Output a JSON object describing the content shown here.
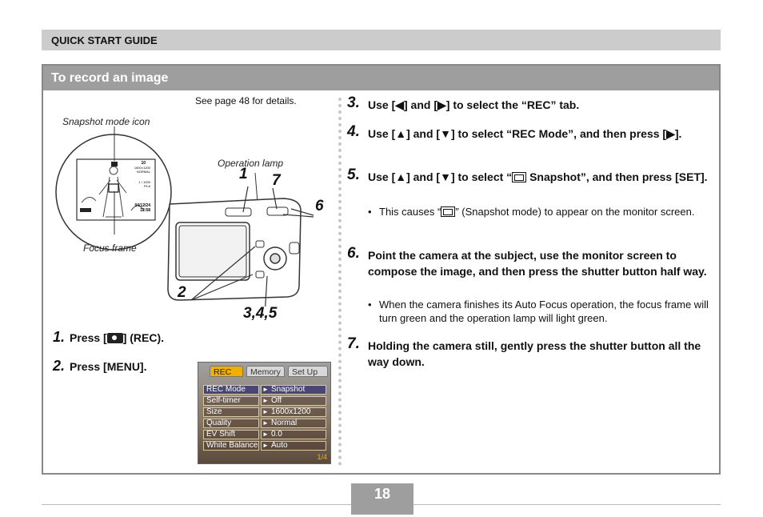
{
  "header": {
    "title": "QUICK START GUIDE"
  },
  "section": {
    "title": "To record an image"
  },
  "left": {
    "see_page": "See page 48 for details.",
    "captions": {
      "snapshot_icon": "Snapshot mode icon",
      "operation_lamp": "Operation lamp",
      "focus_frame": "Focus frame"
    },
    "callouts": {
      "n1": "1",
      "n7": "7",
      "n6": "6",
      "n2": "2",
      "n345": "3,4,5"
    },
    "screen_info": {
      "shots": "10",
      "size": "1600×1200",
      "quality": "NORMAL",
      "res": "1 / 1000",
      "fnum": "F5.6",
      "date": "04/12/24",
      "time": "12:58"
    },
    "steps": [
      {
        "num": "1.",
        "pre": "Press [",
        "post": "] (REC)."
      },
      {
        "num": "2.",
        "text": "Press [MENU]."
      }
    ],
    "menu": {
      "tabs": [
        "REC",
        "Memory",
        "Set Up"
      ],
      "rows": [
        {
          "label": "REC Mode",
          "value": "Snapshot"
        },
        {
          "label": "Self-timer",
          "value": "Off"
        },
        {
          "label": "Size",
          "value": "1600x1200"
        },
        {
          "label": "Quality",
          "value": "Normal"
        },
        {
          "label": "EV Shift",
          "value": "0.0"
        },
        {
          "label": "White Balance",
          "value": "Auto"
        }
      ],
      "pager": "1/4"
    }
  },
  "right": {
    "steps": [
      {
        "num": "3.",
        "text": "Use [◀] and [▶] to select the “REC” tab."
      },
      {
        "num": "4.",
        "text": "Use [▲] and [▼] to select “REC Mode”, and then press [▶]."
      },
      {
        "num": "5.",
        "pre": "Use [▲] and [▼] to select “",
        "post": " Snapshot”, and then press [SET].",
        "bullet_pre": "This causes “",
        "bullet_post": "” (Snapshot mode) to appear on the monitor screen."
      },
      {
        "num": "6.",
        "text": "Point the camera at the subject, use the monitor screen to compose the image, and then press the shutter button half way.",
        "bullet": "When the camera finishes its Auto Focus operation, the focus frame will turn green and the operation lamp will light green."
      },
      {
        "num": "7.",
        "text": "Holding the camera still, gently press the shutter button all the way down."
      }
    ]
  },
  "footer": {
    "page": "18"
  }
}
